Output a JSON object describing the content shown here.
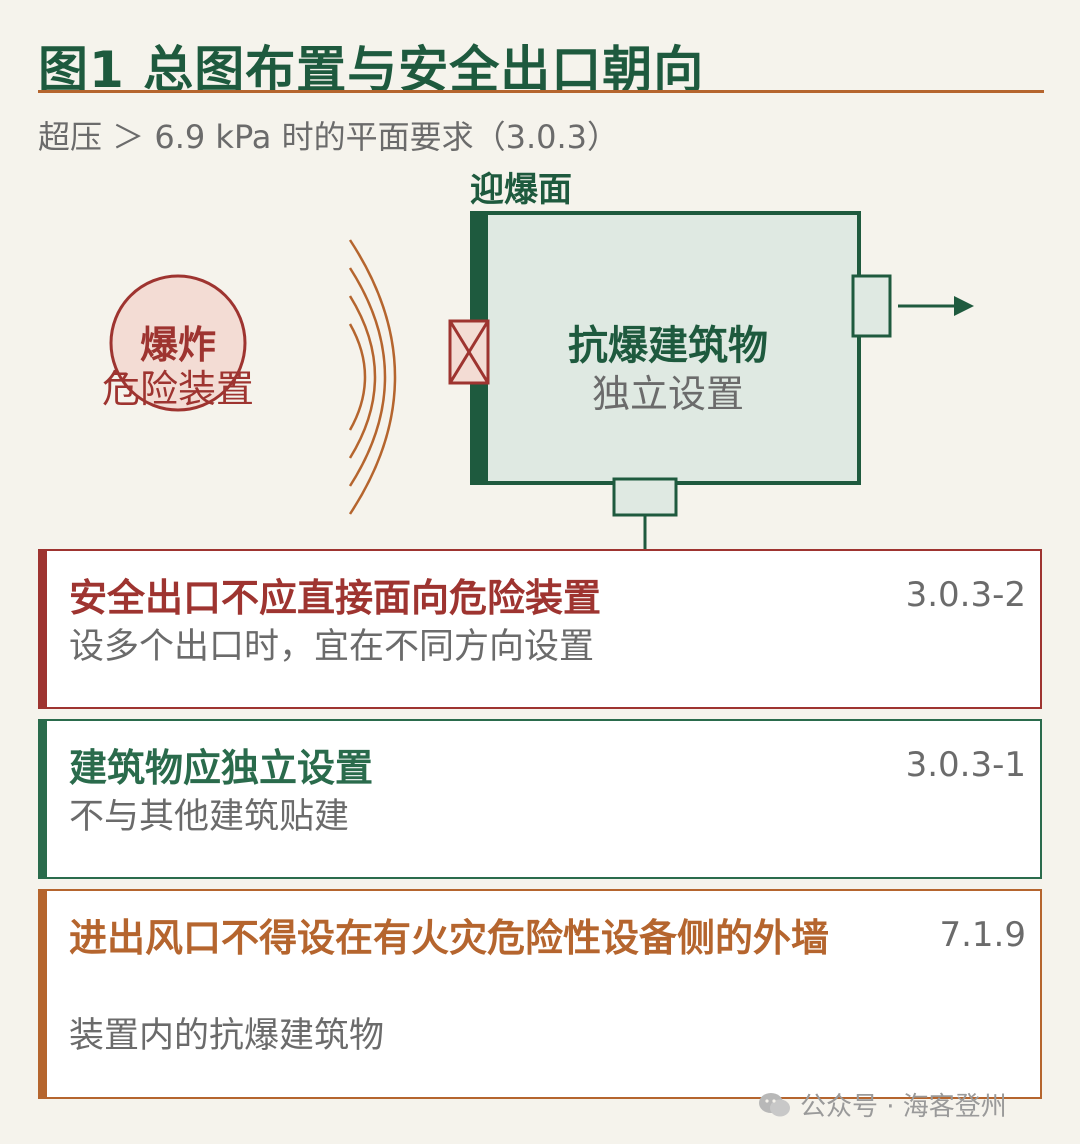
{
  "title": "图1  总图布置与安全出口朝向",
  "subtitle": "超压 ＞ 6.9 kPa 时的平面要求（3.0.3）",
  "diagram": {
    "blast_face_label": "迎爆面",
    "hazard_line1": "爆炸",
    "hazard_line2": "危险装置",
    "building_line1": "抗爆建筑物",
    "building_line2": "独立设置"
  },
  "cards": [
    {
      "title": "安全出口不应直接面向危险装置",
      "desc": "设多个出口时，宜在不同方向设置",
      "code": "3.0.3-2",
      "color": "#9e3430"
    },
    {
      "title": "建筑物应独立设置",
      "desc": "不与其他建筑贴建",
      "code": "3.0.3-1",
      "color": "#2a6b4c"
    },
    {
      "title": "进出风口不得设在有火灾危险性设备侧的外墙",
      "desc": "装置内的抗爆建筑物",
      "code": "7.1.9",
      "color": "#b5652e"
    }
  ],
  "watermark": "公众号 · 海客登州"
}
